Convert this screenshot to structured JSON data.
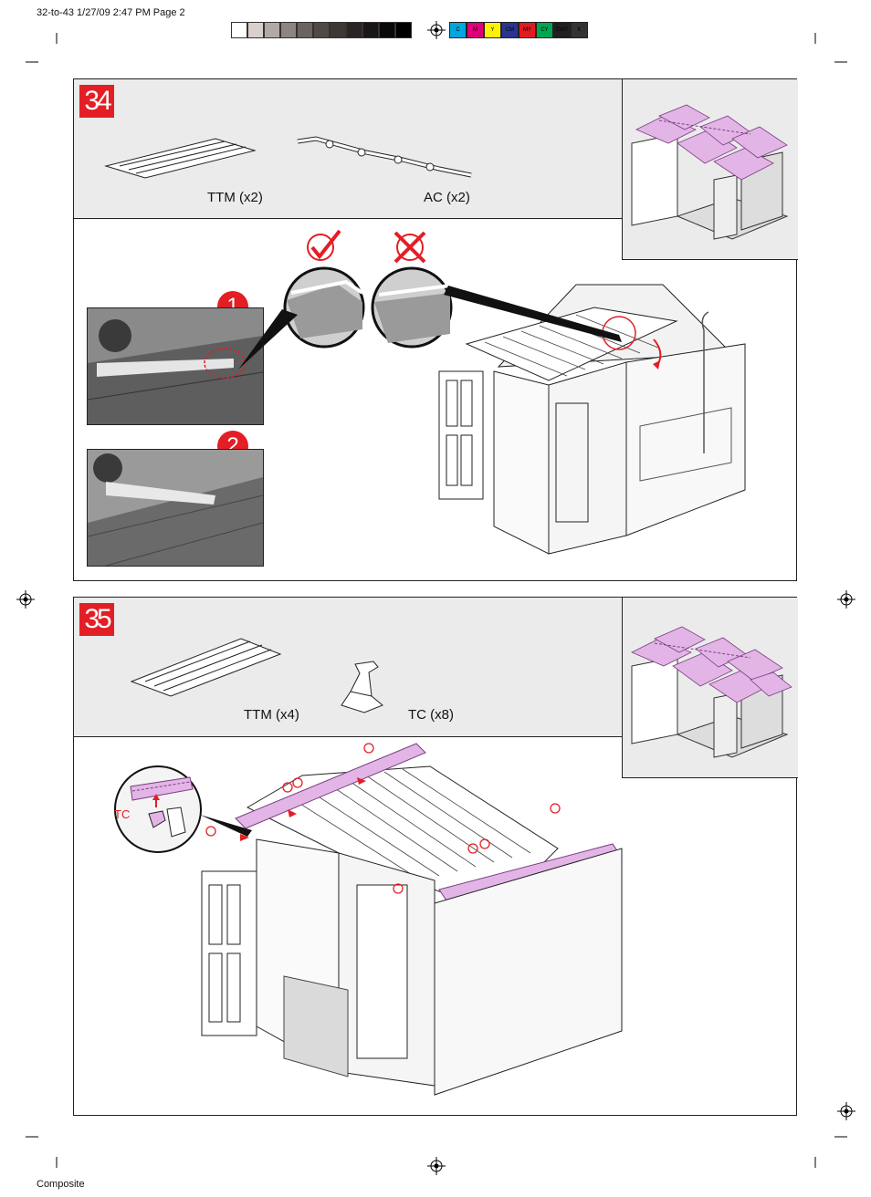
{
  "header": {
    "job_line": "32-to-43 1/27/09 2:47 PM Page 2"
  },
  "footer": {
    "label": "Composite"
  },
  "color_bar": {
    "grays": [
      "#ffffff",
      "#d8d0cc",
      "#b3a9a4",
      "#8e8480",
      "#6c6360",
      "#514947",
      "#3e3736",
      "#2a2524",
      "#1a1616",
      "#0a0909",
      "#000000"
    ],
    "cmy": [
      {
        "label": "C",
        "color": "#00a6e0"
      },
      {
        "label": "M",
        "color": "#e0007a"
      },
      {
        "label": "Y",
        "color": "#fff200"
      },
      {
        "label": "CM",
        "color": "#2a3592"
      },
      {
        "label": "MY",
        "color": "#e21b22"
      },
      {
        "label": "CY",
        "color": "#00a551"
      },
      {
        "label": "CMY",
        "color": "#231f20"
      },
      {
        "label": "K",
        "color": "#333333"
      }
    ]
  },
  "step34": {
    "number": "34",
    "parts": [
      {
        "label": "TTM (x2)"
      },
      {
        "label": "AC (x2)"
      }
    ],
    "sub_steps": [
      "1",
      "2"
    ]
  },
  "step35": {
    "number": "35",
    "parts": [
      {
        "label": "TTM (x4)"
      },
      {
        "label": "TC (x8)"
      }
    ],
    "callout": "TC"
  },
  "colors": {
    "accent_red": "#e31e24",
    "highlight": "#e2b5e6",
    "panel_gray": "#ebebeb"
  }
}
